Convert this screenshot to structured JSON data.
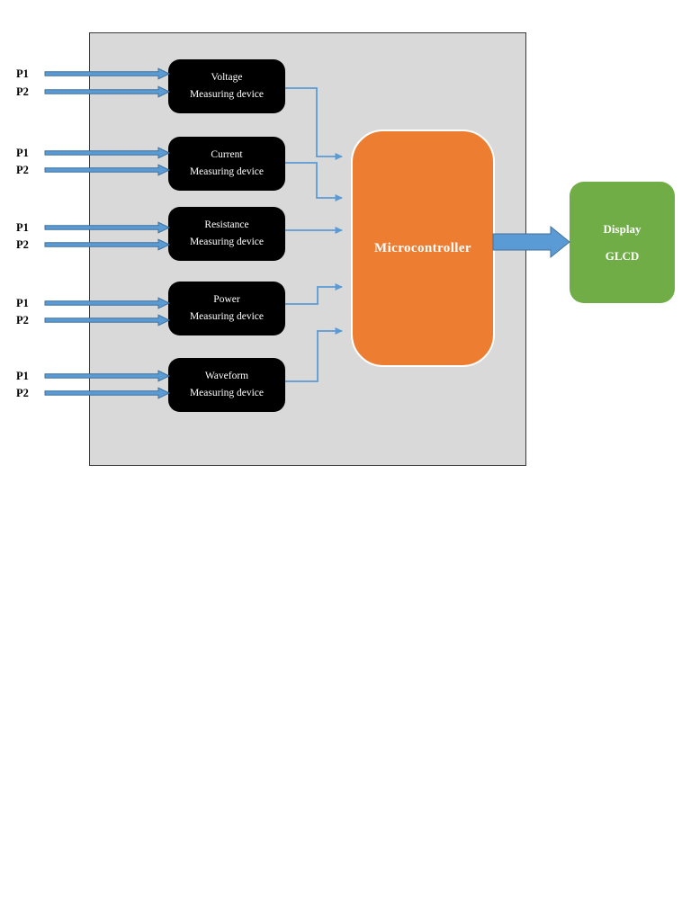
{
  "diagram": {
    "inputs": {
      "p1": "P1",
      "p2": "P2"
    },
    "devices": [
      {
        "name": "Voltage",
        "line2": "Measuring device"
      },
      {
        "name": "Current",
        "line2": "Measuring device"
      },
      {
        "name": "Resistance",
        "line2": "Measuring device"
      },
      {
        "name": "Power",
        "line2": "Measuring device"
      },
      {
        "name": "Waveform",
        "line2": "Measuring device"
      }
    ],
    "microcontroller": {
      "label": "Microcontroller"
    },
    "display": {
      "title": "Display",
      "subtitle": "GLCD"
    },
    "colors": {
      "arrow_blue": "#5b9bd5",
      "arrow_blue_dark": "#41719c",
      "device_fill": "#000000",
      "microcontroller_fill": "#ed7d31",
      "display_fill": "#70ad47",
      "container_fill": "#d9d9d9",
      "container_border": "#3a3a3a"
    }
  }
}
